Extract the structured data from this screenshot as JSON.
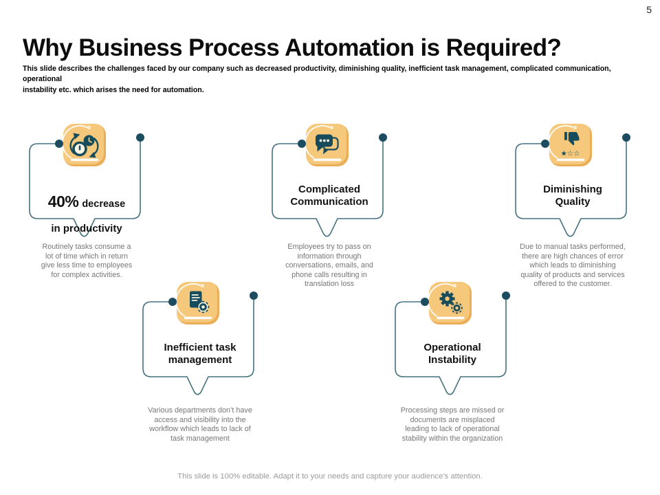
{
  "page": {
    "number": "5"
  },
  "header": {
    "title": "Why Business Process Automation is Required?",
    "subtitle": "This slide describes the challenges faced by our company such as decreased productivity, diminishing quality, inefficient task management, complicated communication, operational\ninstability etc. which arises the need for automation."
  },
  "colors": {
    "badge_yellow": "#F5C87C",
    "badge_edge": "#E5A348",
    "icon_teal": "#174C5C",
    "connector_line": "#44707F",
    "connector_dot": "#1B4C60",
    "title_text": "#121212",
    "desc_text": "#767676",
    "footer_text": "#9B9B9B"
  },
  "callouts": [
    {
      "icon": "efficiency-clocks-icon",
      "stat": "40%",
      "title_rest": "decrease",
      "title_line2": "in productivity",
      "description": "Routinely tasks consume a\nlot of time which in return\ngive less time to employees\nfor complex activities."
    },
    {
      "icon": "chat-bubbles-icon",
      "title": "Complicated\nCommunication",
      "description": "Employees try to pass on\ninformation through\nconversations, emails, and\nphone calls resulting in\ntranslation loss"
    },
    {
      "icon": "thumbs-down-rating-icon",
      "title": "Diminishing\nQuality",
      "description": "Due to manual tasks performed,\nthere are high chances of error\nwhich leads to diminishing\nquality of products and services\noffered to the customer."
    },
    {
      "icon": "document-gear-icon",
      "title": "Inefficient task\nmanagement",
      "description": "Various departments don’t have\naccess and visibility into the\nworkflow which leads to lack of\ntask management"
    },
    {
      "icon": "gears-icon",
      "title": "Operational\nInstability",
      "description": "Processing steps are missed or\ndocuments are misplaced\nleading to lack of operational\nstability within the organization"
    }
  ],
  "footer": {
    "note": "This slide is 100% editable. Adapt it to your needs and capture your audience's attention."
  }
}
